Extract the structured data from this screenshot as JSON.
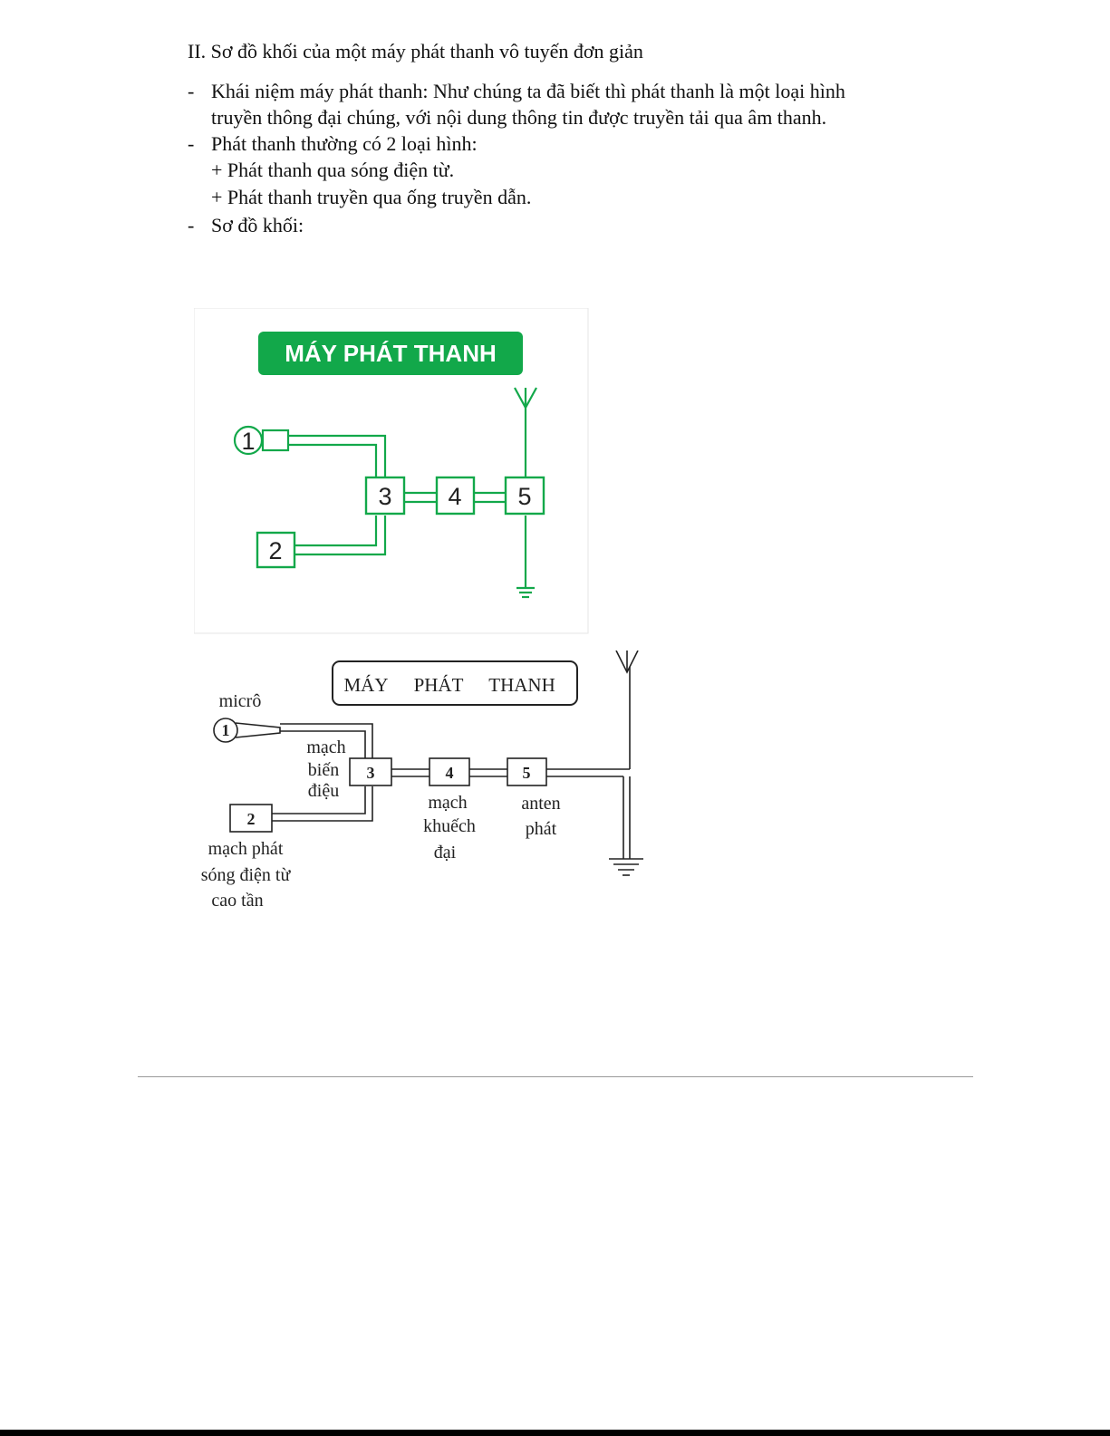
{
  "heading": "II. Sơ đồ khối của một máy phát thanh vô tuyến đơn giản",
  "bullets": [
    {
      "dash": "-",
      "lines": [
        "Khái niệm máy phát thanh: Như chúng ta đã biết thì phát thanh là một loại hình",
        "truyền thông đại chúng, với nội dung thông tin được truyền tải qua âm thanh."
      ]
    },
    {
      "dash": "-",
      "lines": [
        "Phát thanh thường có 2 loại hình:"
      ]
    },
    {
      "dash": "",
      "lines": [
        "+ Phát thanh qua sóng điện từ.",
        "+ Phát thanh truyền qua ống truyền dẫn."
      ]
    },
    {
      "dash": "-",
      "lines": [
        "Sơ đồ khối:"
      ]
    }
  ],
  "diagram_color": {
    "title": "MÁY PHÁT THANH",
    "accent": "#12a84a",
    "blocks": [
      "1",
      "2",
      "3",
      "4",
      "5"
    ]
  },
  "diagram_bw": {
    "title": [
      "MÁY",
      "PHÁT",
      "THANH"
    ],
    "blocks": [
      "1",
      "2",
      "3",
      "4",
      "5"
    ],
    "labels": {
      "micro": "micrô",
      "modulator": [
        "mạch",
        "biến",
        "điệu"
      ],
      "oscillator": [
        "mạch phát",
        "sóng điện từ",
        "cao tần"
      ],
      "amplifier": [
        "mạch",
        "khuếch",
        "đại"
      ],
      "antenna": [
        "anten",
        "phát"
      ]
    }
  }
}
